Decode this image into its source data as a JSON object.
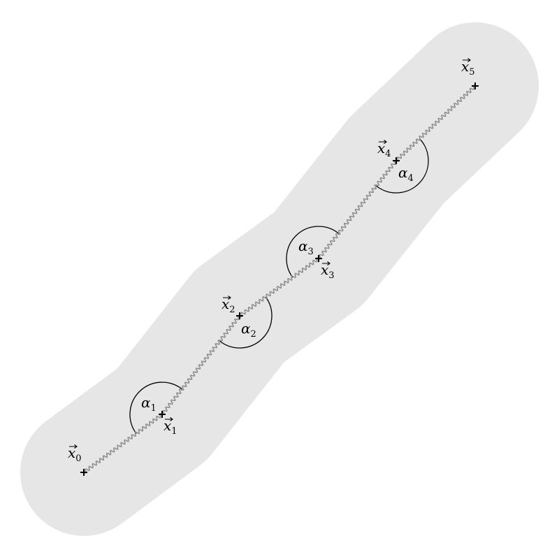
{
  "diagram": {
    "background_color": "#ffffff",
    "tube_color": "#e6e6e6",
    "spring_color": "#8f8f8f",
    "marker_color": "#000000",
    "arc_color": "#000000",
    "points": [
      {
        "symbol": "x",
        "index": "0"
      },
      {
        "symbol": "x",
        "index": "1"
      },
      {
        "symbol": "x",
        "index": "2"
      },
      {
        "symbol": "x",
        "index": "3"
      },
      {
        "symbol": "x",
        "index": "4"
      },
      {
        "symbol": "x",
        "index": "5"
      }
    ],
    "angles": [
      {
        "symbol": "α",
        "index": "1"
      },
      {
        "symbol": "α",
        "index": "2"
      },
      {
        "symbol": "α",
        "index": "3"
      },
      {
        "symbol": "α",
        "index": "4"
      }
    ]
  }
}
